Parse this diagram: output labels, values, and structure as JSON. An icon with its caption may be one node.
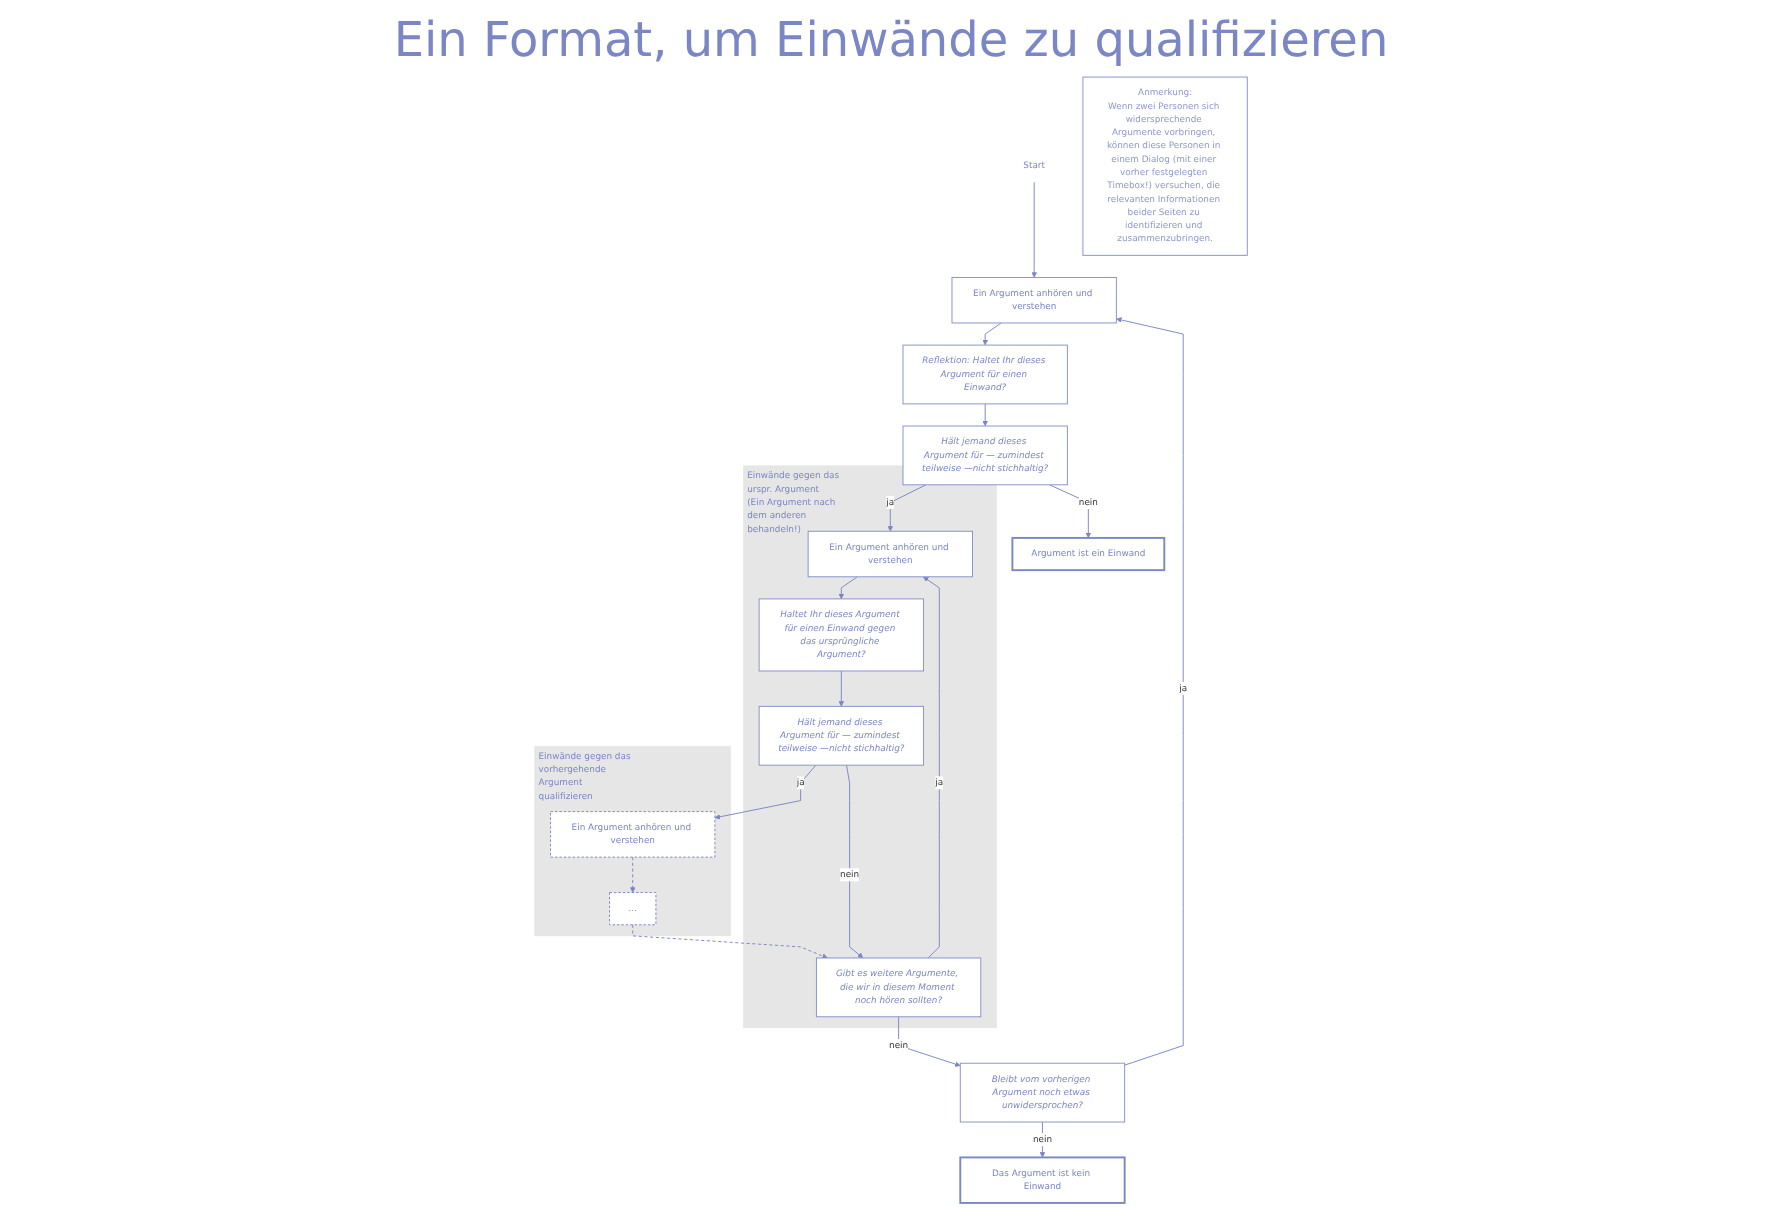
{
  "diagram": {
    "title": "Ein Format, um Einwände zu qualifizieren",
    "nodes": [
      {
        "text": [
          "Start"
        ]
      },
      {
        "text": [
          "Ein Argument anhören und verstehen"
        ]
      },
      {
        "text": [
          "Reflektion: Haltet Ihr dieses Argument für einen Einwand?"
        ]
      },
      {
        "text": [
          "Hält jemand dieses Argument für — zumindest teilweise —nicht stichhaltig?"
        ]
      },
      {
        "text": [
          "Argument ist ein Einwand"
        ]
      },
      {
        "text": [
          "Bleibt vom vorherigen Argument noch etwas unwidersprochen?"
        ]
      },
      {
        "text": [
          "Das Argument ist kein Einwand"
        ]
      },
      {
        "text": [
          "Einwände gegen das urspr. Argument",
          "(Ein Argument nach dem anderen behandeln!)"
        ]
      },
      {
        "text": [
          "Ein Argument anhören und verstehen"
        ],
        "in": 7
      },
      {
        "text": [
          "Haltet Ihr dieses Argument für einen Einwand gegen das ursprüngliche Argument?"
        ],
        "in": 7
      },
      {
        "text": [
          "Hält jemand dieses Argument für — zumindest teilweise —nicht stichhaltig?"
        ],
        "in": 7
      },
      {
        "text": [
          "Gibt es weitere Argumente, die wir in diesem Moment noch hören sollten?"
        ],
        "in": 7
      },
      {
        "text": [
          "Anmerkung:",
          "Wenn zwei Personen sich widersprechende Argumente vorbringen, können diese Personen in einem Dialog (mit einer vorher festgelegten Timebox!) versuchen, die relevanten Informationen beider Seiten zu identifizieren und zusammenzubringen."
        ]
      },
      {
        "text": [
          "Einwände gegen das vorhergehende Argument qualifizieren"
        ]
      },
      {
        "text": [
          "Ein Argument anhören und verstehen"
        ],
        "in": 13
      },
      {
        "text": [
          "..."
        ],
        "in": 13
      }
    ],
    "edges": [
      {
        "from": 0,
        "to": 1,
        "arrow": "to"
      },
      {
        "from": 1,
        "to": 2,
        "arrow": "to"
      },
      {
        "from": 2,
        "to": 3,
        "arrow": "to"
      },
      {
        "from": 3,
        "to": 8,
        "label": "ja",
        "arrow": "to"
      },
      {
        "from": 3,
        "to": 4,
        "label": "nein",
        "arrow": "to"
      },
      {
        "from": 5,
        "to": 1,
        "label": "ja",
        "arrow": "to"
      },
      {
        "from": 5,
        "to": 6,
        "label": "nein",
        "arrow": "to"
      },
      {
        "from": 8,
        "to": 9,
        "arrow": "to"
      },
      {
        "from": 9,
        "to": 10,
        "arrow": "to"
      },
      {
        "from": 10,
        "to": 14,
        "label": "ja",
        "arrow": "to"
      },
      {
        "from": 10,
        "to": 11,
        "label": "nein",
        "arrow": "to"
      },
      {
        "from": 11,
        "to": 8,
        "label": "ja",
        "arrow": "to"
      },
      {
        "from": 11,
        "to": 5,
        "label": "nein",
        "arrow": "to"
      },
      {
        "from": 14,
        "to": 15,
        "arrow": "to",
        "style": "dashed"
      },
      {
        "from": 15,
        "to": 11,
        "arrow": "to",
        "style": "dashed"
      }
    ]
  }
}
